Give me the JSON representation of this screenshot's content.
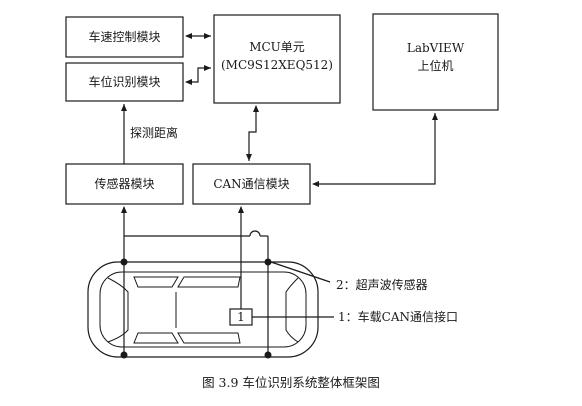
{
  "blocks": {
    "speed_control": "车速控制模块",
    "position_recognition": "车位识别模块",
    "mcu_line1": "MCU单元",
    "mcu_line2": "(MC9S12XEQ512)",
    "labview_line1": "LabVIEW",
    "labview_line2": "上位机",
    "sensor_module": "传感器模块",
    "can_module": "CAN通信模块"
  },
  "edge_labels": {
    "detect_distance": "探测距离"
  },
  "car": {
    "interface_box": "1"
  },
  "callouts": {
    "ultrasonic_sensor": "2：超声波传感器",
    "can_interface": "1：车载CAN通信接口"
  },
  "caption": "图 3.9    车位识别系统整体框架图"
}
